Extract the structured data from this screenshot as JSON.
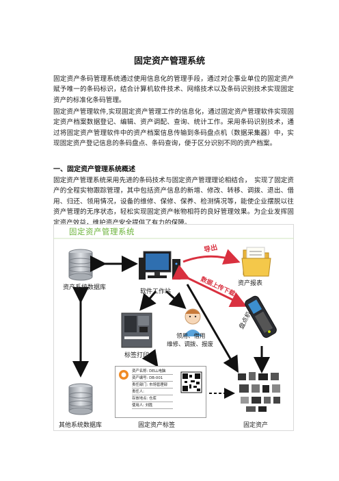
{
  "document": {
    "title": "固定资产管理系统",
    "paragraphs": [
      "固定资产条码管理系统通过使用信息化的管理手段，通过对企事业单位的固定资产赋予唯一的条码标识，结合计算机软件技术、网络技术以及条码识别技术实现固定资产的标准化条码管理。",
      "固定资产管理软件,实现固定资产管理工作的信息化，通过固定资产管理软件实现固定资产档案数据登记、编辑、资产调配、查询、统计工作。采用条码识别技术，通过将固定资产管理软件中的资产档案信息传输到条码盘点机（数据采集器）中，实现固定资产登记信息的条码盘点、条码查询，便于区分识别不同的资产档案。"
    ],
    "section_heading": "一、固定资产管理系统概述",
    "section_paragraph": "固定资产管理系统采用先进的条码技术与固定资产管理理论相结合，　实现了固定资产的全程实物跟踪管理，其中包括资产信息的新增、修改、转移、调拨、退出、借用、归还、领用情况，设备的维修、保修、保养、检测情况等，能使企业摆脱以往资产管理的无序状态，轻松实现固定资产帐物相符的良好管理效果。为企业发挥固定资产效益，维护资产安全提供了有力的保障。"
  },
  "diagram": {
    "title": "固定资产管理系统",
    "labels": {
      "asset_db": "资产系统数据库",
      "workstation": "软件工作站",
      "export": "导出",
      "report": "资产报表",
      "data_transfer": "数据上传下载",
      "scanner": "盘点机",
      "label_print": "标签打印",
      "use_borrow": "领用、借用",
      "maintain": "维修、调拨、报废",
      "other_db": "其他系统数据库",
      "asset_label": "固定资产标签",
      "fixed_asset": "固定资产"
    },
    "tag_fields": [
      "资产名称: DELL电脑",
      "资产编号: DB-001",
      "责任部门: 市场管理部",
      "责任人:",
      "存放地点: 仓库",
      "使用人: 刘胜"
    ],
    "colors": {
      "title_green": "#6bb33a",
      "arrow_red": "#d9303f",
      "arrow_black": "#111111"
    }
  }
}
